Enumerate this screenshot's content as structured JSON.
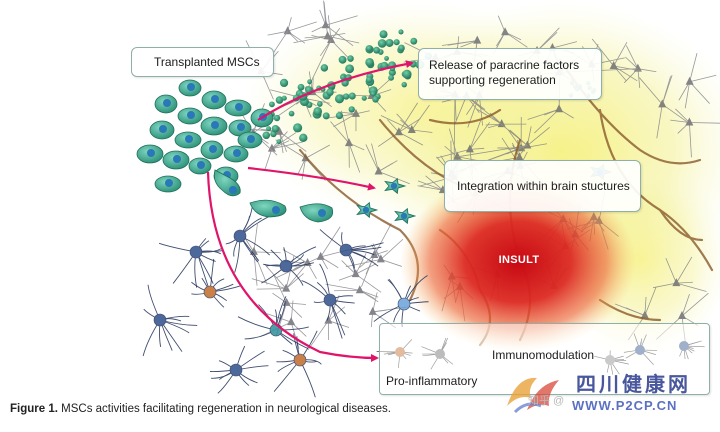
{
  "labels": {
    "transplanted_mscs": "Transplanted MSCs",
    "paracrine_line1": "Release of paracrine factors",
    "paracrine_line2": "supporting regeneration",
    "integration": "Integration within brain stuctures",
    "insult": "INSULT",
    "immunomodulation": "Immunomodulation",
    "pro_inflammatory": "Pro-inflammatory"
  },
  "caption": {
    "prefix": "Figure 1.",
    "text": " MSCs activities facilitating regeneration in neurological diseases."
  },
  "watermark": {
    "brand_cn": "四川健康网",
    "url": "WWW.P2CP.CN",
    "zhihu": "知乎 @"
  },
  "colors": {
    "arrow": "#e0146a",
    "msc_cell": "#3a9f86",
    "msc_nucleus": "#2a78b8",
    "insult_core": "#d8141c",
    "glow": "#f4f08a",
    "neuron_gray": "#6f6f76",
    "axon_brown": "#8a5a2c",
    "astro_blue": "#2e4f8a",
    "microglia_orange": "#c06a2a"
  }
}
